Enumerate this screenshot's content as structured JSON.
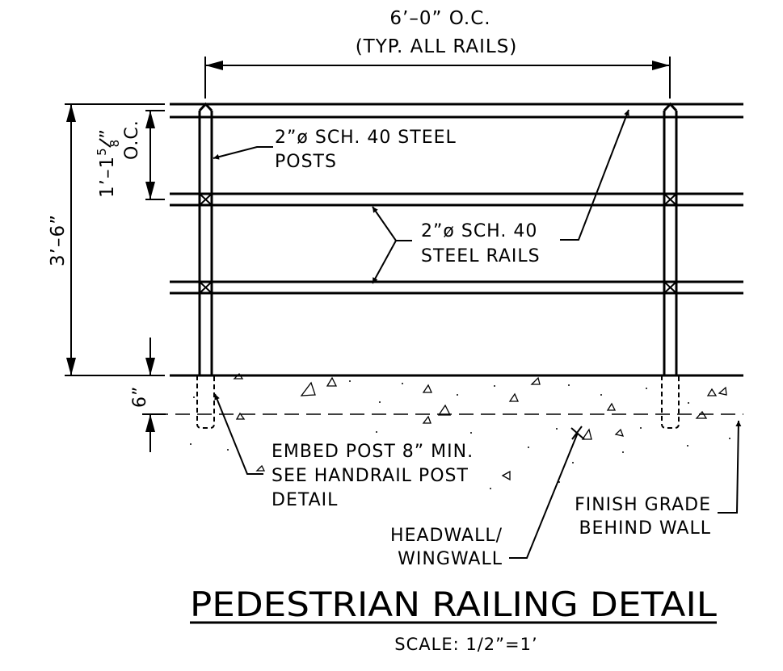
{
  "dimensions": {
    "post_spacing_line1": "6’–0” O.C.",
    "post_spacing_line2": "(TYP. ALL RAILS)",
    "rail_spacing_prefix": "1’–1",
    "rail_spacing_num": "5",
    "rail_spacing_den": "8",
    "rail_spacing_suffix": "”",
    "rail_spacing_oc": "O.C.",
    "total_height": "3’–6”",
    "embed_depth": "6”"
  },
  "callouts": {
    "posts_line1": "2”ø SCH. 40 STEEL",
    "posts_line2": "POSTS",
    "rails_line1": "2”ø SCH. 40",
    "rails_line2": "STEEL RAILS",
    "embed_line1": "EMBED POST 8” MIN.",
    "embed_line2": "SEE HANDRAIL POST",
    "embed_line3": "DETAIL",
    "grade_line1": "FINISH GRADE",
    "grade_line2": "BEHIND WALL",
    "wall_line1": "HEADWALL/",
    "wall_line2": "WINGWALL"
  },
  "title": {
    "main": "PEDESTRIAN RAILING DETAIL",
    "scale": "SCALE:  1/2”=1’"
  }
}
